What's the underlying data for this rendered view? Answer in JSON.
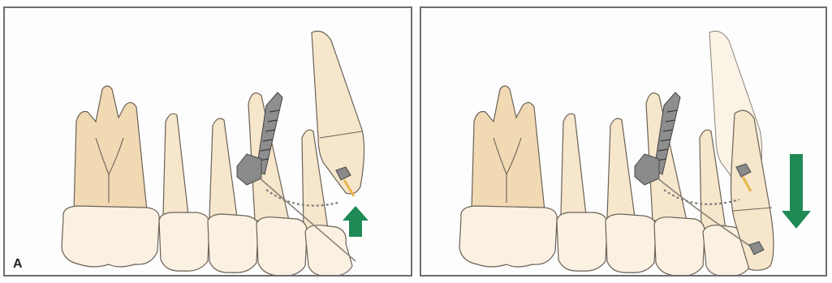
{
  "panels": [
    {
      "label": "A",
      "arrow_direction": "up"
    },
    {
      "label": "",
      "arrow_direction": "down"
    }
  ],
  "colors": {
    "tooth": "#f6e6cb",
    "arrow": "#1f8a55",
    "frame": "#6e6e6e"
  }
}
